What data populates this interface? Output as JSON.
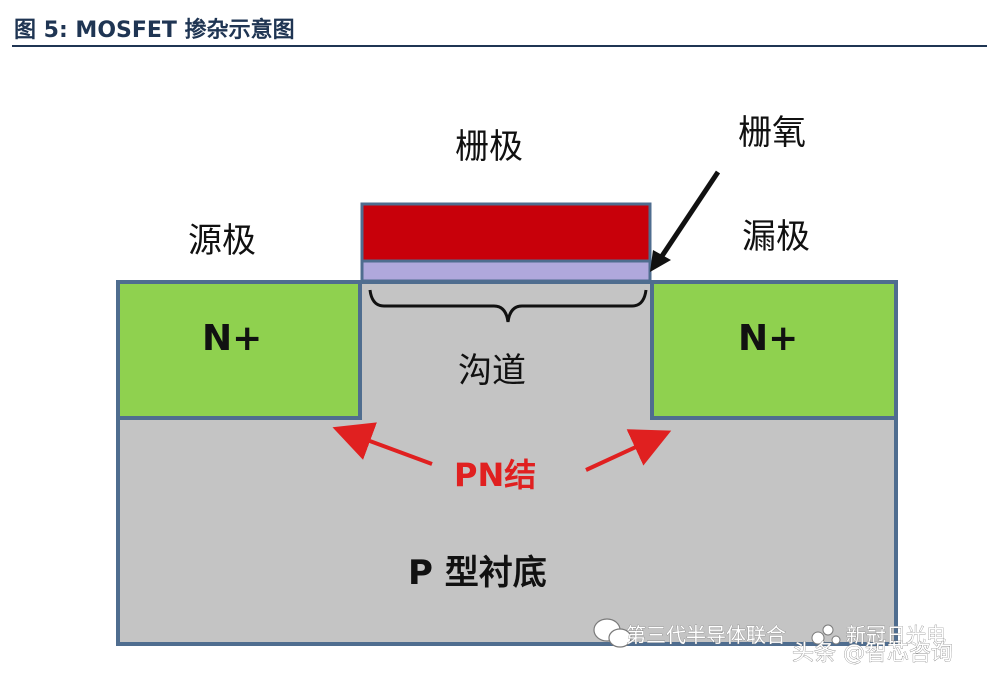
{
  "figure": {
    "title": "图 5:  MOSFET 掺杂示意图"
  },
  "diagram": {
    "gate_label": "栅极",
    "gate_oxide_label": "栅氧",
    "source_label": "源极",
    "drain_label": "漏极",
    "source_doping": "N+",
    "drain_doping": "N+",
    "channel_label": "沟道",
    "pn_junction_label": "PN结",
    "substrate_label": "P 型衬底",
    "colors": {
      "gate": "#c8000a",
      "oxide": "#b0a8dc",
      "n_plus_region": "#8fd14f",
      "substrate": "#c4c4c4",
      "outline": "#4f6d8f",
      "pn_arrow": "#e02020"
    }
  },
  "watermarks": {
    "line1": "第三代半导体联合",
    "line1b": "新冠日光电",
    "line2": "头条 @智芯咨询"
  }
}
